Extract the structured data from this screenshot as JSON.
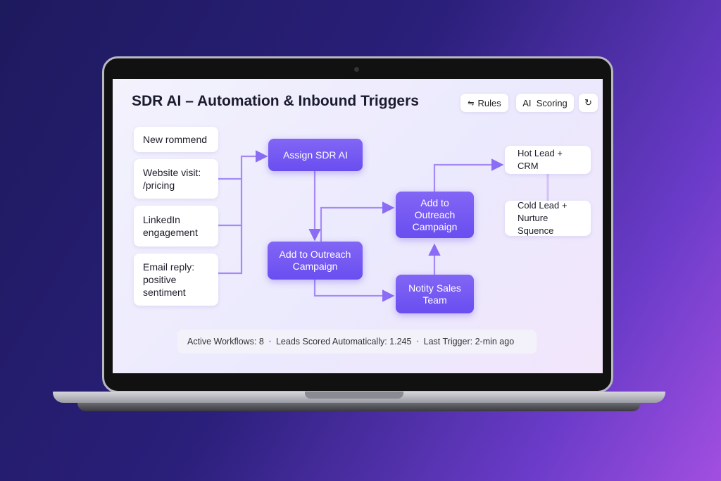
{
  "header": {
    "title": "SDR AI – Automation & Inbound Triggers",
    "buttons": {
      "rules": "Rules",
      "ai_scoring": "AI  Scoring",
      "refresh_icon": "refresh-icon"
    }
  },
  "triggers": [
    {
      "label": "New rommend"
    },
    {
      "label": "Website visit: /pricing"
    },
    {
      "label": "LinkedIn engagement"
    },
    {
      "label": "Email reply: positive sentiment"
    }
  ],
  "flow": {
    "assign": "Assign SDR AI",
    "add_left": "Add to Outreach Campaign",
    "add_mid": "Add to Outreach Campaign",
    "notify": "Notity Sales Team"
  },
  "outcomes": {
    "hot": "Hot Lead + CRM",
    "cold": "Cold Lead + Nurture Squence"
  },
  "status": {
    "workflows": "Active Workflows: 8",
    "leads": "Leads Scored Automatically: 1.245",
    "last": "Last Trigger: 2-min ago"
  },
  "colors": {
    "accent": "#6c50f0",
    "connector": "#9b7cf5"
  }
}
